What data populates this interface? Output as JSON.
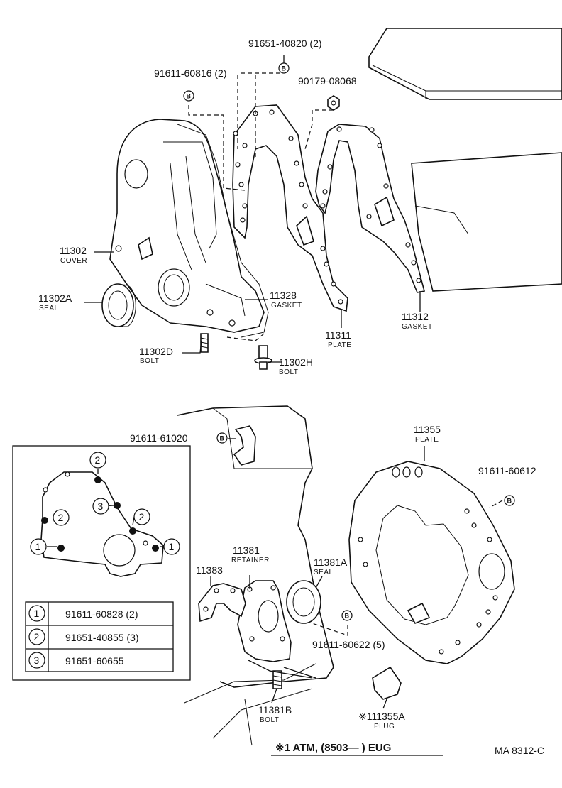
{
  "parts": {
    "p_91651_40820": "91651-40820 (2)",
    "p_91611_60816": "91611-60816 (2)",
    "p_90179_08068": "90179-08068",
    "p_11302": "11302",
    "n_11302": "COVER",
    "p_11302A": "11302A",
    "n_11302A": "SEAL",
    "p_11328": "11328",
    "n_11328": "GASKET",
    "p_11312": "11312",
    "n_11312": "GASKET",
    "p_11311": "11311",
    "n_11311": "PLATE",
    "p_11302D": "11302D",
    "n_11302D": "BOLT",
    "p_11302H": "11302H",
    "n_11302H": "BOLT",
    "p_91611_61020": "91611-61020",
    "p_11355": "11355",
    "n_11355": "PLATE",
    "p_91611_60612": "91611-60612",
    "p_11381": "11381",
    "n_11381": "RETAINER",
    "p_11383": "11383",
    "p_11381A": "11381A",
    "n_11381A": "SEAL",
    "p_91611_60622": "91611-60622 (5)",
    "p_11381B": "11381B",
    "n_11381B": "BOLT",
    "p_11355A": "※111355A",
    "n_11355A": "PLUG"
  },
  "marker_b": "B",
  "callouts": {
    "one": "1",
    "two": "2",
    "three": "3"
  },
  "legend": [
    {
      "num": "1",
      "part": "91611-60828 (2)"
    },
    {
      "num": "2",
      "part": "91651-40855 (3)"
    },
    {
      "num": "3",
      "part": "91651-60655"
    }
  ],
  "note": "※1 ATM, (8503—        ) EUG",
  "drawing_code": "MA 8312-C"
}
